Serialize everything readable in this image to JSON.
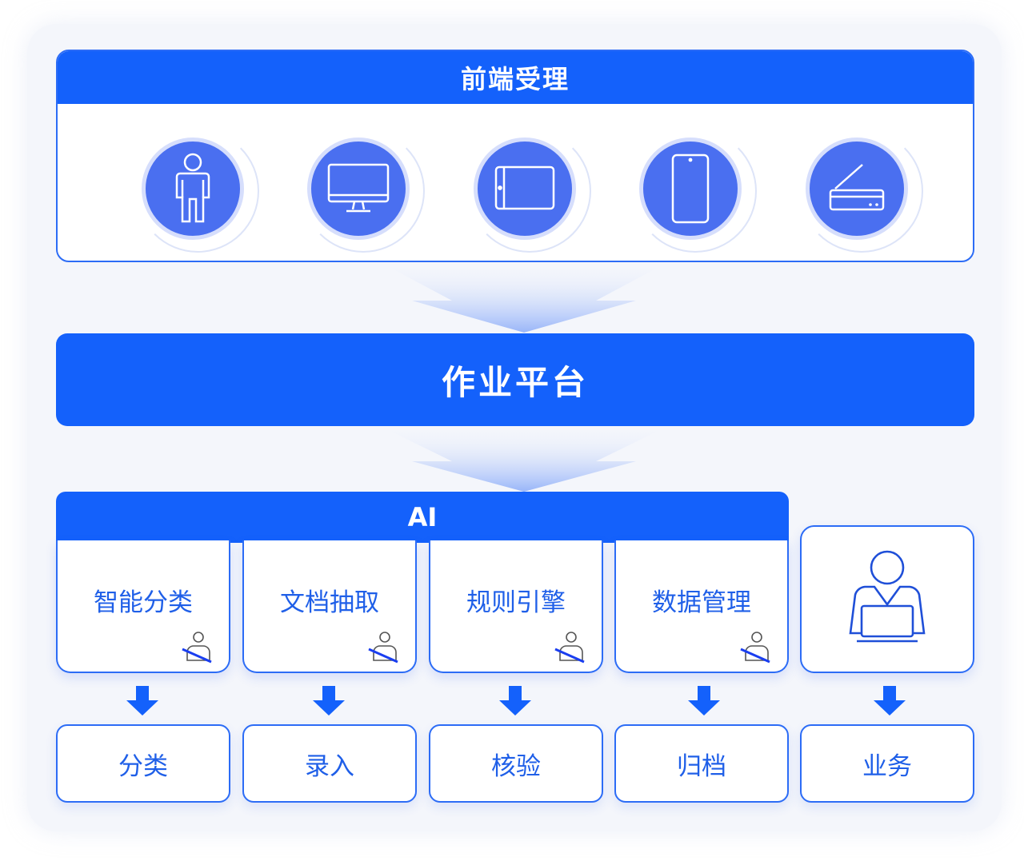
{
  "colors": {
    "primary": "#1461fb",
    "accent_text": "#1f5fe8",
    "device_fill": "#4a6ff0",
    "background": "#f4f6fb"
  },
  "front_office": {
    "title": "前端受理",
    "devices": [
      {
        "icon": "person-icon"
      },
      {
        "icon": "monitor-icon"
      },
      {
        "icon": "tablet-icon"
      },
      {
        "icon": "phone-icon"
      },
      {
        "icon": "scanner-icon"
      }
    ]
  },
  "platform": {
    "title": "作业平台"
  },
  "ai": {
    "title": "AI",
    "modules": [
      {
        "label": "智能分类",
        "icon": "no-manual-icon"
      },
      {
        "label": "文档抽取",
        "icon": "no-manual-icon"
      },
      {
        "label": "规则引擎",
        "icon": "no-manual-icon"
      },
      {
        "label": "数据管理",
        "icon": "no-manual-icon"
      }
    ]
  },
  "business": {
    "icon": "person-laptop-icon"
  },
  "outcomes": [
    "分类",
    "录入",
    "核验",
    "归档",
    "业务"
  ]
}
